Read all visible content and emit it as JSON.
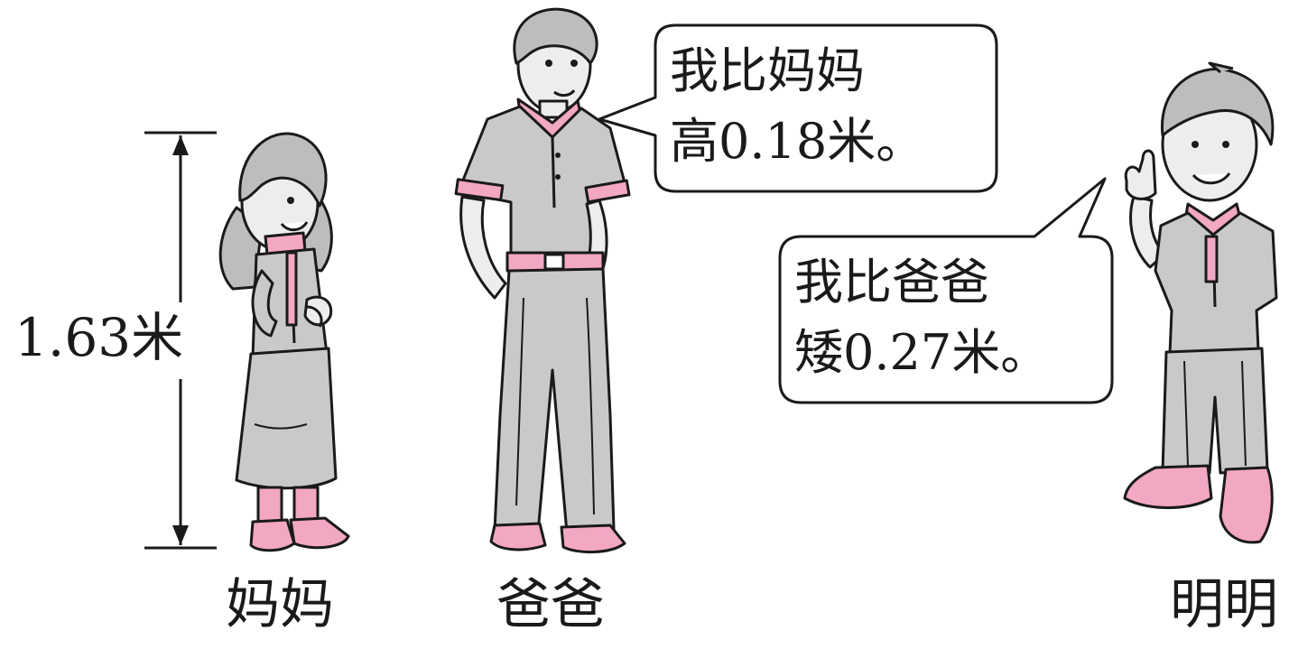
{
  "measure": {
    "label": "1.63米"
  },
  "people": {
    "mom": {
      "name": "妈妈"
    },
    "dad": {
      "name": "爸爸"
    },
    "mingming": {
      "name": "明明"
    }
  },
  "bubbles": {
    "dad": {
      "line1": "我比妈妈",
      "line2": "高0.18米。"
    },
    "mingming": {
      "line1": "我比爸爸",
      "line2": "矮0.27米。"
    }
  },
  "colors": {
    "outline": "#1a1a1a",
    "clothing_gray": "#c9c9c9",
    "skin": "#ededed",
    "pink_accent": "#f2a7c3",
    "background": "#ffffff"
  }
}
